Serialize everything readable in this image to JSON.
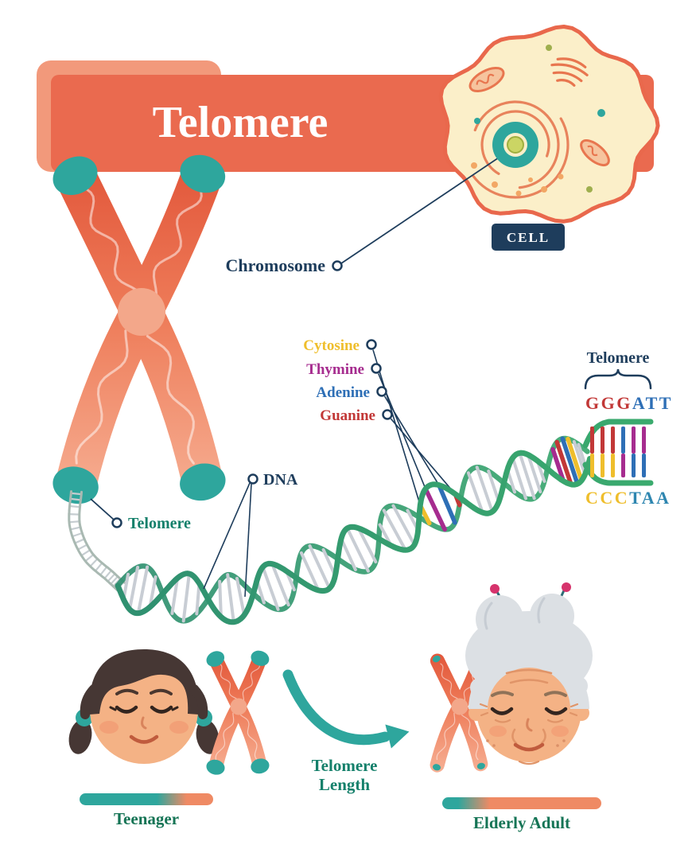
{
  "title": "Telomere",
  "cell": {
    "badge": "CELL"
  },
  "labels": {
    "chromosome": "Chromosome",
    "dna": "DNA",
    "telomere_left": "Telomere",
    "telomere_right": "Telomere"
  },
  "bases": [
    {
      "name": "Cytosine",
      "color": "#EFBE2C"
    },
    {
      "name": "Thymine",
      "color": "#A62C8F"
    },
    {
      "name": "Adenine",
      "color": "#2E6FB6"
    },
    {
      "name": "Guanine",
      "color": "#C23837"
    }
  ],
  "sequence": {
    "top": [
      {
        "text": "GGG",
        "color": "#C23837"
      },
      {
        "text": "ATT",
        "color": "#2E6FB6"
      }
    ],
    "bottom": [
      {
        "text": "CCC",
        "color": "#EFBE2C"
      },
      {
        "text": "TAA",
        "color": "#2E86B0"
      }
    ]
  },
  "aging": {
    "arrow_label_line1": "Telomere",
    "arrow_label_line2": "Length",
    "young_label": "Teenager",
    "old_label": "Elderly Adult"
  },
  "palette": {
    "banner": "#EA6A4F",
    "banner_fold": "#F2997B",
    "navy": "#1E3D5C",
    "teal": "#2EA69D",
    "teal_text": "#15806B",
    "coral": "#EF8A64",
    "helix_green_dark": "#2F8F70",
    "helix_green": "#3BAB6E",
    "rung_grey": "#C8CDD4",
    "skin": "#F4B285",
    "hair_dark": "#463734",
    "hair_grey": "#DCE0E4",
    "cell_fill": "#FBEFC9",
    "pin_ball": "#D6336C"
  }
}
